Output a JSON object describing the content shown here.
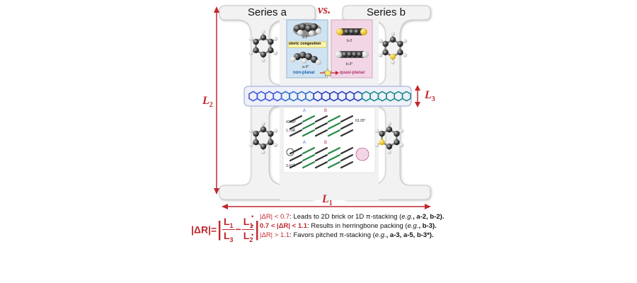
{
  "header": {
    "series_a": "Series a",
    "series_b": "Series b",
    "versus": "vs."
  },
  "dimensions": {
    "l2": "L",
    "l2_sub": "2",
    "l3": "L",
    "l3_sub": "3",
    "l1": "L",
    "l1_sub": "1"
  },
  "inset_top": {
    "left_top_label": "a-2",
    "steric": "steric congestion",
    "left_bottom_label": "a-3*",
    "right_top_label": "b-2",
    "right_bottom_label": "b-3*",
    "non_planar": "non-planar",
    "quasi_planar": "quasi-planar"
  },
  "inset_bottom": {
    "col_a": "A",
    "col_b": "B",
    "angle1": "43.60°",
    "angle2": "63.05°",
    "dist1": "1.70Å",
    "dist2": "3.42Å"
  },
  "formula": {
    "lhs": "|ΔR|=",
    "l1": "L",
    "l1_sub": "1",
    "l3": "L",
    "l3_sub": "3",
    "l2": "L",
    "l2_sub": "2",
    "minus": "−"
  },
  "rules": [
    {
      "cond": "|ΔR| < 0.7",
      "text": ": Leads to 2D brick or 1D π-stacking (",
      "eg": "e.g.",
      "ex": ", a-2, b-2)."
    },
    {
      "cond": "0.7 < |ΔR| < 1.1",
      "text": ": Results in herringbone packing (",
      "eg": "e.g.",
      "ex": ", b-3)."
    },
    {
      "cond": "|ΔR| > 1.1",
      "text": ": Favors pitched π-stacking (",
      "eg": "e.g.",
      "ex": ", a-3, a-5, b-3*)."
    }
  ],
  "colors": {
    "accent_red": "#c0282e",
    "panel_blue": "#cfe3f2",
    "panel_pink": "#f3d6e6",
    "ladder_blue": "#2a3fb8",
    "ladder_teal": "#1a8c8c"
  }
}
